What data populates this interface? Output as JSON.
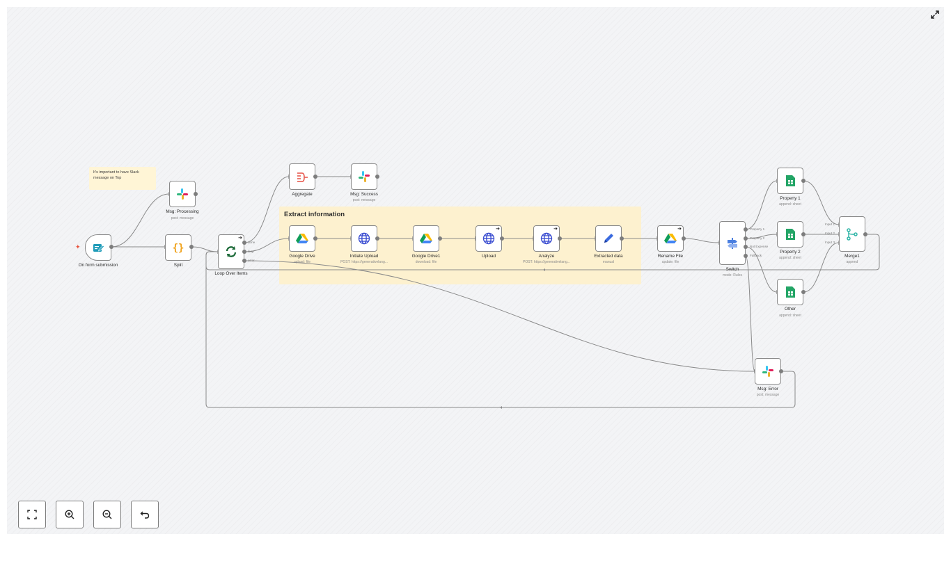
{
  "canvas": {
    "sticky_note": "It's important to have Slack message on Top",
    "group_title": "Extract information",
    "expand_icon": "expand-icon"
  },
  "colors": {
    "canvas_bg": "#f3f4f6",
    "edge": "#8a8a8a",
    "sticky": "#fff5d6",
    "group": "#fdf1cf",
    "slack": "#e01e5a",
    "drive_green": "#0f9d58",
    "http_blue": "#3d4fd1",
    "switch_blue": "#4a7fe0",
    "sheets_green": "#23a566",
    "merge_teal": "#32b6a8",
    "aggregate_red": "#e85a4f",
    "loop_green": "#1e6b3a",
    "set_blue": "#3b6bdf",
    "code_orange": "#f0a21b"
  },
  "nodes": {
    "form": {
      "label": "On form submission",
      "sub": "",
      "icon": "form-icon"
    },
    "split": {
      "label": "Split",
      "sub": "",
      "icon": "code-braces-icon"
    },
    "msgproc": {
      "label": "Msg: Processing",
      "sub": "post: message",
      "icon": "slack-icon"
    },
    "loop": {
      "label": "Loop Over Items",
      "sub": "",
      "icon": "loop-icon"
    },
    "aggregate": {
      "label": "Aggregate",
      "sub": "",
      "icon": "aggregate-icon"
    },
    "msgsucc": {
      "label": "Msg: Success",
      "sub": "post: message",
      "icon": "slack-icon"
    },
    "gdrive": {
      "label": "Google Drive",
      "sub": "upload: file",
      "icon": "google-drive-icon"
    },
    "initup": {
      "label": "Initiate Upload",
      "sub": "POST: https://generativelang...",
      "icon": "globe-icon"
    },
    "gdrive1": {
      "label": "Google Drive1",
      "sub": "download: file",
      "icon": "google-drive-icon"
    },
    "upload": {
      "label": "Upload",
      "sub": "",
      "icon": "globe-icon"
    },
    "analyze": {
      "label": "Analyze",
      "sub": "POST: https://generativelang...",
      "icon": "globe-icon"
    },
    "extract": {
      "label": "Extracted data",
      "sub": "manual",
      "icon": "pencil-icon"
    },
    "rename": {
      "label": "Rename File",
      "sub": "update: file",
      "icon": "google-drive-icon"
    },
    "switch": {
      "label": "Switch",
      "sub": "mode: Rules",
      "icon": "switch-icon"
    },
    "prop1": {
      "label": "Property 1",
      "sub": "append: sheet",
      "icon": "google-sheets-icon"
    },
    "prop2": {
      "label": "Property 2",
      "sub": "append: sheet",
      "icon": "google-sheets-icon"
    },
    "other": {
      "label": "Other",
      "sub": "append: sheet",
      "icon": "google-sheets-icon"
    },
    "merge": {
      "label": "Merge1",
      "sub": "append",
      "icon": "merge-icon"
    },
    "msgerr": {
      "label": "Msg: Error",
      "sub": "post: message",
      "icon": "slack-icon"
    }
  },
  "ports": {
    "loop_done": "done",
    "loop_loop": "loop",
    "loop_error": "error",
    "switch_1": "Property 1",
    "switch_2": "Property 2",
    "switch_3": "Not Expense",
    "switch_4": "Fallback",
    "merge_1": "Input 1",
    "merge_2": "Input 2",
    "merge_3": "Input 3"
  },
  "controls": {
    "fit": "fit-view-icon",
    "zoom_in": "zoom-in-icon",
    "zoom_out": "zoom-out-icon",
    "undo": "undo-icon"
  }
}
